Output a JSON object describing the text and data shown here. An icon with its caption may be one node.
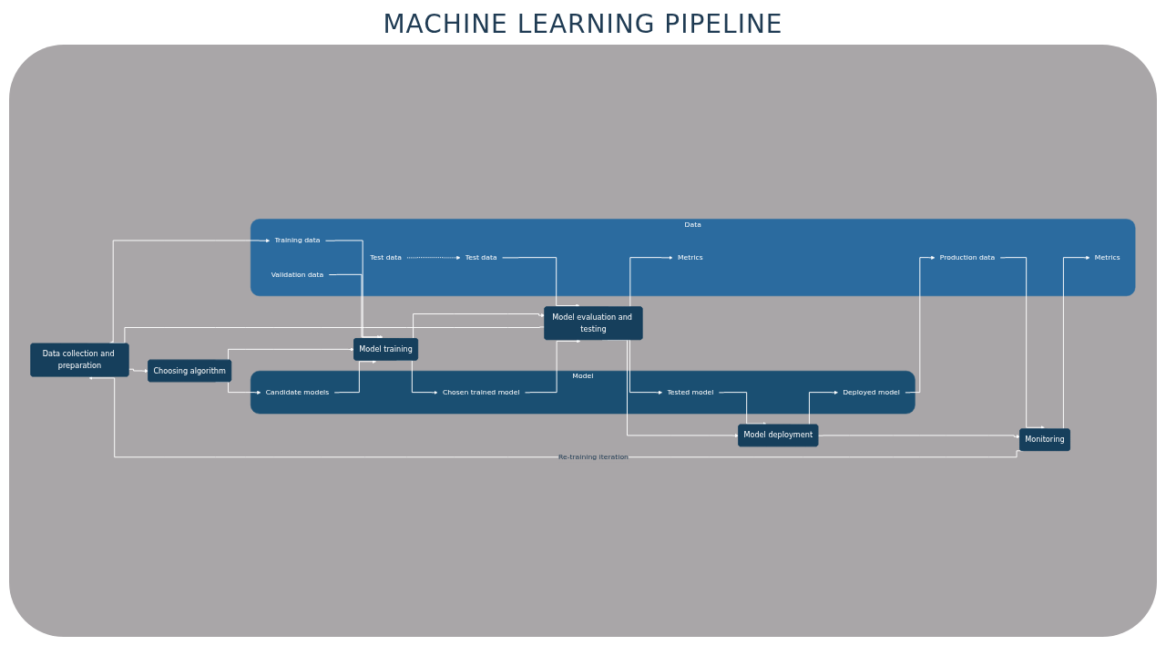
{
  "diagram": {
    "title": "MACHINE LEARNING PIPELINE",
    "nodes": [
      {
        "text": [
          "Data collection and preparation"
        ]
      },
      {
        "text": [
          "Choosing algorithm"
        ]
      },
      {
        "text": [
          "Model training"
        ]
      },
      {
        "text": [
          "Model evaluation and testing"
        ]
      },
      {
        "text": [
          "Model deployment"
        ]
      },
      {
        "text": [
          "Monitoring"
        ]
      },
      {
        "text": [
          "Model"
        ]
      },
      {
        "text": [
          "Candidate models"
        ],
        "in": 6
      },
      {
        "text": [
          "Chosen trained model"
        ],
        "in": 6
      },
      {
        "text": [
          "Tested model"
        ],
        "in": 6
      },
      {
        "text": [
          "Deployed model"
        ],
        "in": 6
      },
      {
        "text": [
          "Data"
        ]
      },
      {
        "text": [
          "Training data"
        ],
        "in": 11
      },
      {
        "text": [
          "Test data"
        ],
        "in": 11
      },
      {
        "text": [
          "Validation data"
        ],
        "in": 11
      },
      {
        "text": [
          "Test data"
        ],
        "in": 11
      },
      {
        "text": [
          "Metrics"
        ],
        "in": 11
      },
      {
        "text": [
          "Production data"
        ],
        "in": 11
      },
      {
        "text": [
          "Metrics"
        ],
        "in": 11
      }
    ],
    "edges": [
      {
        "from": 0,
        "to": 1,
        "arrow": "to"
      },
      {
        "from": 1,
        "to": 2,
        "arrow": "to"
      },
      {
        "from": 2,
        "to": 3,
        "arrow": "to"
      },
      {
        "from": 3,
        "to": 4,
        "arrow": "to"
      },
      {
        "from": 4,
        "to": 5,
        "arrow": "to"
      },
      {
        "from": 5,
        "to": 0,
        "arrow": "to",
        "label": "Re-training iteration"
      },
      {
        "from": 3,
        "to": 0,
        "arrow": "to"
      },
      {
        "from": 0,
        "to": 12,
        "arrow": "to"
      },
      {
        "from": 1,
        "to": 7,
        "arrow": "to"
      },
      {
        "from": 7,
        "to": 2,
        "arrow": "to"
      },
      {
        "from": 12,
        "to": 2,
        "arrow": "to"
      },
      {
        "from": 14,
        "to": 2,
        "arrow": "to"
      },
      {
        "from": 2,
        "to": 8,
        "arrow": "to"
      },
      {
        "from": 8,
        "to": 3,
        "arrow": "to"
      },
      {
        "from": 13,
        "to": 15,
        "arrow": "to",
        "style": "dashed"
      },
      {
        "from": 15,
        "to": 3,
        "arrow": "to"
      },
      {
        "from": 3,
        "to": 16,
        "arrow": "to"
      },
      {
        "from": 3,
        "to": 9,
        "arrow": "to"
      },
      {
        "from": 9,
        "to": 4,
        "arrow": "to"
      },
      {
        "from": 4,
        "to": 10,
        "arrow": "to"
      },
      {
        "from": 10,
        "to": 17,
        "arrow": "to"
      },
      {
        "from": 17,
        "to": 5,
        "arrow": "to"
      },
      {
        "from": 5,
        "to": 18,
        "arrow": "to"
      }
    ]
  }
}
